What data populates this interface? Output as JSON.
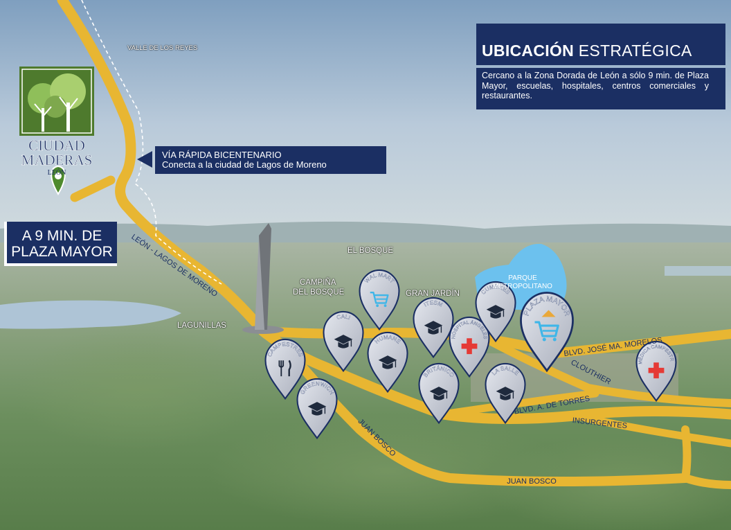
{
  "header": {
    "title_bold": "UBICACIÓN",
    "title_rest": " ESTRATÉGICA",
    "description": "Cercano a la Zona Dorada de León a sólo 9 min. de Plaza Mayor, escuelas, hospitales, centros comerciales y restaurantes."
  },
  "callout": {
    "title": "VÍA RÁPIDA BICENTENARIO",
    "subtitle": "Conecta a la ciudad de Lagos de Moreno"
  },
  "time_badge": {
    "line1": "A 9 MIN. DE",
    "line2": "PLAZA MAYOR"
  },
  "logo": {
    "line1": "CIUDAD",
    "line2": "MADERAS",
    "line3": "LEÓN"
  },
  "colors": {
    "navy": "#1b2f63",
    "road": "#e8b632",
    "pin_fill": "#c8ccd6",
    "pin_stroke": "#1b2f63",
    "logo_green": "#4e7a2d",
    "lake": "#6cc1ee",
    "cross_red": "#e53a36",
    "cart_blue": "#3fb6e8",
    "cart_orange": "#e9a83a"
  },
  "places": {
    "valle": "VALLE DE LOS REYES",
    "el_bosque": "EL BOSQUE",
    "campina_1": "CAMPIÑA",
    "campina_2": "DEL BOSQUE",
    "gran_jardin": "GRAN JARDÍN",
    "lagunillas": "LAGUNILLAS",
    "parque_1": "PARQUE",
    "parque_2": "METROPOLITANO"
  },
  "roads": {
    "leon_lagos": "LEÓN - LAGOS DE MORENO",
    "morelos": "BLVD. JOSÉ MA. MORELOS",
    "clouthier": "CLOUTHIER",
    "torres": "BLVD. A. DE TORRES",
    "insurgentes": "INSURGENTES",
    "juan_bosco_1": "JUAN BOSCO",
    "juan_bosco_2": "JUAN BOSCO"
  },
  "pins": [
    {
      "label": "CAMPESTRES",
      "icon": "fork-knife-icon"
    },
    {
      "label": "GREENWICH",
      "icon": "graduation-cap-icon"
    },
    {
      "label": "CALI",
      "icon": "graduation-cap-icon"
    },
    {
      "label": "WAL MART",
      "icon": "shopping-cart-icon"
    },
    {
      "label": "HUMANE",
      "icon": "graduation-cap-icon"
    },
    {
      "label": "ITESM",
      "icon": "graduation-cap-icon"
    },
    {
      "label": "BRITÁNICO",
      "icon": "graduation-cap-icon"
    },
    {
      "label": "HOSPITAL ÁNGELES",
      "icon": "red-cross-icon"
    },
    {
      "label": "CUMBRES",
      "icon": "graduation-cap-icon"
    },
    {
      "label": "LA SALLE",
      "icon": "graduation-cap-icon"
    },
    {
      "label": "PLAZA MAYOR",
      "icon": "shopping-cart-icon"
    },
    {
      "label": "MÉDICA CAMPESTRE",
      "icon": "red-cross-icon"
    }
  ]
}
